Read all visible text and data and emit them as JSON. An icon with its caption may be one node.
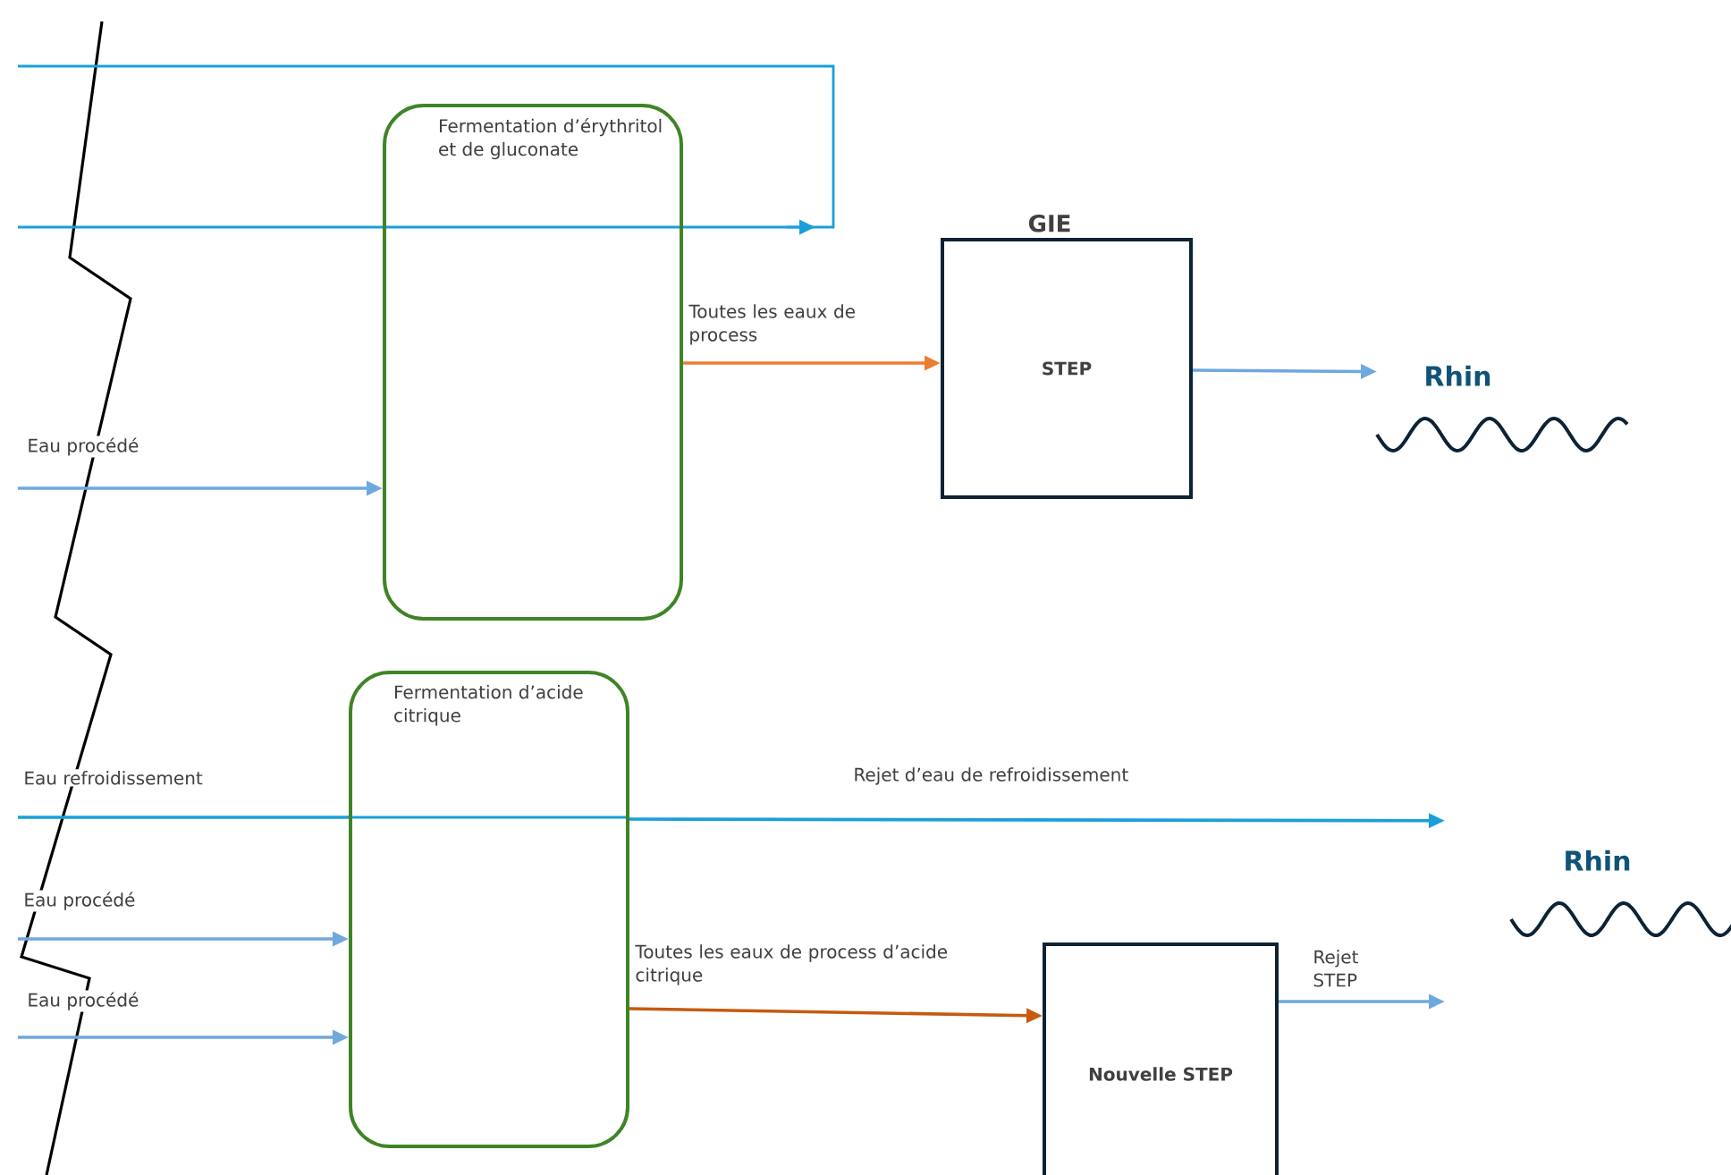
{
  "diagram": {
    "nodes": [
      {
        "text": [
          "Fermentation d’érythritol et de gluconate"
        ]
      },
      {
        "text": [
          "GIE",
          "STEP"
        ]
      },
      {
        "text": [
          "Rhin"
        ]
      },
      {
        "text": [
          "Fermentation d’acide citrique"
        ]
      },
      {
        "text": [
          "Nouvelle STEP"
        ]
      },
      {
        "text": [
          "Rhin"
        ]
      }
    ],
    "edges": [
      {
        "from": null,
        "to": 0,
        "arrow": "to",
        "label": "Eau procédé",
        "color": "#6fa8dc"
      },
      {
        "from": 0,
        "to": 1,
        "arrow": "to",
        "label": "Toutes les eaux de process",
        "color": "#ed7d31"
      },
      {
        "from": 1,
        "to": 2,
        "arrow": "to",
        "color": "#6fa8dc"
      },
      {
        "from": null,
        "to": 3,
        "arrow": "none",
        "label": "Eau refroidissement",
        "color": "#1a9fd9"
      },
      {
        "from": 3,
        "to": 5,
        "arrow": "to",
        "label": "Rejet d’eau de refroidissement",
        "color": "#1a9fd9"
      },
      {
        "from": null,
        "to": 3,
        "arrow": "to",
        "label": "Eau procédé",
        "color": "#6fa8dc"
      },
      {
        "from": null,
        "to": 3,
        "arrow": "to",
        "label": "Eau procédé",
        "color": "#6fa8dc"
      },
      {
        "from": 3,
        "to": 4,
        "arrow": "to",
        "label": "Toutes les eaux de process d’acide citrique",
        "color": "#c55a11"
      },
      {
        "from": 4,
        "to": 5,
        "arrow": "to",
        "label": "Rejet STEP",
        "color": "#6fa8dc"
      }
    ]
  }
}
